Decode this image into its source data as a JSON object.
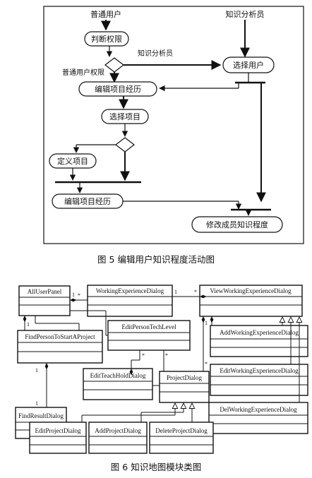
{
  "activity": {
    "role_normal_user": "普通用户",
    "role_knowledge_analyst": "知识分析员",
    "check_permission": "判断权限",
    "branch_analyst": "知识分析员",
    "branch_normal_user_permission": "普通用户权限",
    "select_user": "选择用户",
    "edit_project_experience": "编辑项目经历",
    "select_project": "选择项目",
    "define_project": "定义项目",
    "edit_project_experience_2": "编辑项目经历",
    "modify_member_knowledge": "修改成员知识程度"
  },
  "caption1": "图 5    编辑用户知识程度活动图",
  "classes": {
    "all_user_panel": "AllUserPanel",
    "working_experience_dialog": "WorkingExperienceDialog",
    "view_working_experience_dialog": "ViewWorkingExperienceDialog",
    "edit_person_tech_level": "EditPersonTechLevel",
    "find_person_to_start_a_project": "FindPersonToStartAProject",
    "add_working_experience_dialog": "AddWorkingExperienceDialog",
    "edit_teach_hold_dialog": "EditTeachHoldDialog",
    "project_dialog": "ProjectDialog",
    "edit_working_experience_dialog": "EditWorkingExperienceDialog",
    "find_result_dialog": "FindResultDialog",
    "del_working_experience_dialog": "DelWorkingExperienceDialog",
    "edit_project_dialog": "EditProjectDialog",
    "add_project_dialog": "AddProjectDialog",
    "delete_project_dialog": "DeleteProjectDialog"
  },
  "multiplicities": {
    "one": "1",
    "many": "*"
  },
  "caption2": "图 6    知识地图模块类图"
}
